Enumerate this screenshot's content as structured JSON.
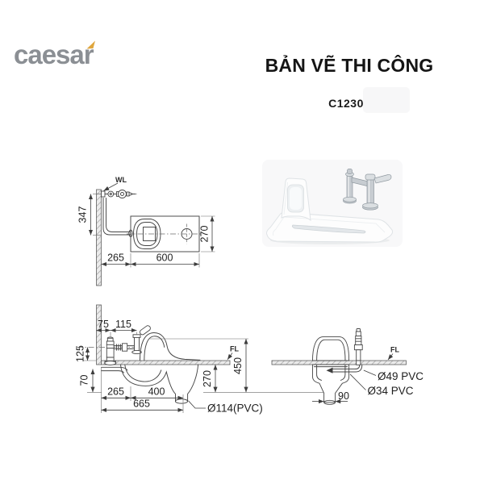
{
  "header": {
    "logo_text": "caesar",
    "title": "BẢN VẼ THI CÔNG",
    "model": "C1230"
  },
  "colors": {
    "line": "#454545",
    "logo_gray": "#8b8f94",
    "logo_accent": "#dfa63e",
    "hatch_fill": "#ebebeb",
    "photo_porcelain": "#fdfdfd",
    "photo_chrome": "#c7ccd1"
  },
  "top_view": {
    "water_line_label": "WL",
    "dim_valve_height": "347",
    "dim_wall_offset": "265",
    "dim_pan_length": "600",
    "dim_pan_width": "270"
  },
  "side_view": {
    "floor_line_label": "FL",
    "dim_wall_to_valve": "75",
    "dim_valve_to_spud": "115",
    "dim_valve_center_height": "125",
    "dim_below_floor": "70",
    "dim_wall_offset": "265",
    "dim_pan_span": "400",
    "dim_total_length": "665",
    "dim_depth": "270",
    "dim_height": "450",
    "drain_label": "Ø114(PVC)"
  },
  "end_view": {
    "floor_line_label": "FL",
    "flush_pipe_label": "Ø49 PVC",
    "inlet_pipe_label": "Ø34 PVC",
    "dim_drain_width": "90"
  }
}
